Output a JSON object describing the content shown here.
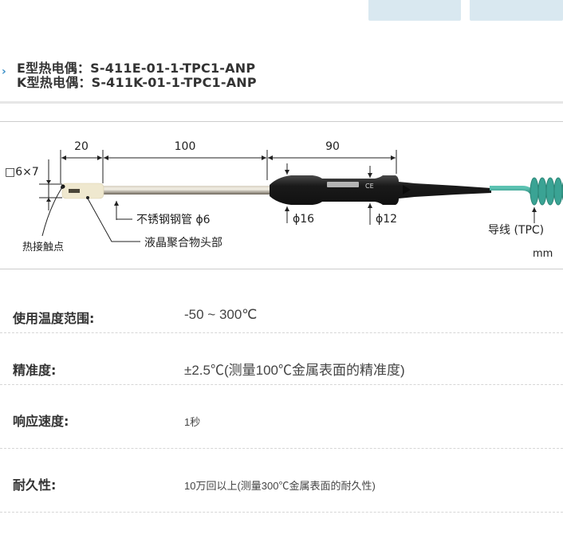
{
  "top_buttons": [
    {
      "label": ""
    },
    {
      "label": ""
    }
  ],
  "models": {
    "chevron_icon": "›",
    "lines": [
      "E型热电偶：S-411E-01-1-TPC1-ANP",
      "K型热电偶：S-411K-01-1-TPC1-ANP"
    ]
  },
  "diagram": {
    "dims": {
      "tip_length": "20",
      "tube_length": "100",
      "handle_length": "90",
      "tip_section": "□6×7",
      "phi16": "ϕ16",
      "phi12": "ϕ12"
    },
    "callouts": {
      "hot_junction": "热接触点",
      "steel_tube": "不锈钢钢管 ϕ6",
      "lcp_head": "液晶聚合物头部",
      "lead_wire": "导线 (TPC)"
    },
    "unit": "mm",
    "colors": {
      "tip": "#efe8cf",
      "tube": "#a49a88",
      "handle": "#1e1e1e",
      "cable": "#3aa394"
    }
  },
  "specs": [
    {
      "label": "使用温度范围:",
      "value": "-50 ~ 300℃"
    },
    {
      "label": "精准度:",
      "value": "±2.5℃(测量100℃金属表面的精准度)"
    },
    {
      "label": "响应速度:",
      "value": "1秒"
    },
    {
      "label": "耐久性:",
      "value": "10万回以上(测量300℃金属表面的耐久性)"
    }
  ]
}
